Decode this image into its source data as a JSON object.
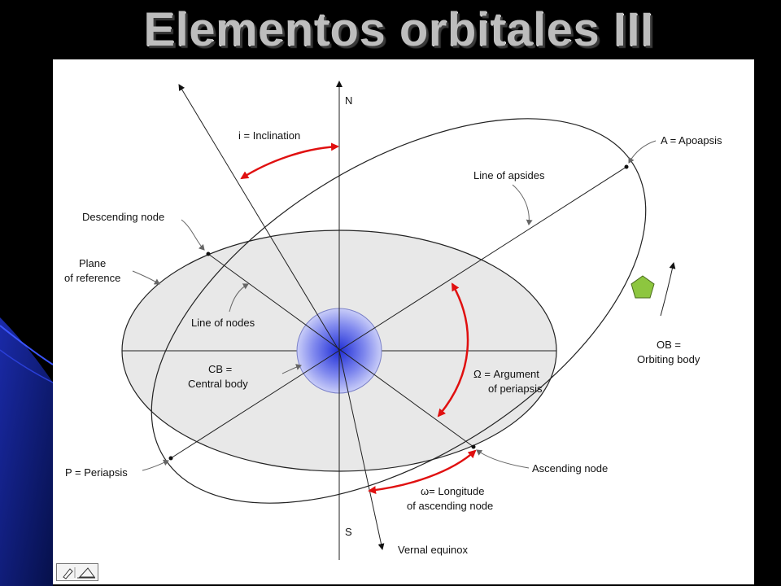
{
  "slide": {
    "title": "Elementos orbitales III"
  },
  "diagram": {
    "labels": {
      "north": "N",
      "south": "S",
      "inclination": "i  = Inclination",
      "apoapsis": "A = Apoapsis",
      "line_of_apsides": "Line of apsides",
      "descending_node": "Descending node",
      "plane_line1": "Plane",
      "plane_line2": "of reference",
      "line_of_nodes": "Line of nodes",
      "central_body_line1": "CB =",
      "central_body_line2": "Central  body",
      "orbiting_body_line1": "OB =",
      "orbiting_body_line2": "Orbiting body",
      "argument_line1": "Ω = Argument",
      "argument_line2": "of periapsis",
      "periapsis": "P = Periapsis",
      "ascending_node": "Ascending node",
      "longitude_line1": "ω= Longitude",
      "longitude_line2": "of ascending node",
      "vernal_equinox": "Vernal equinox"
    },
    "colors": {
      "reference_plane": "#e8e8e8",
      "angle_arrows": "#e01010",
      "orbiting_body": "#8dc63f",
      "central_body": "#4a55e0",
      "slide_background": "#000000",
      "panel": "#ffffff"
    },
    "icons": {
      "orbiting_body": "pentagon-icon",
      "toolbar": "pen-and-triangle-icon"
    }
  }
}
